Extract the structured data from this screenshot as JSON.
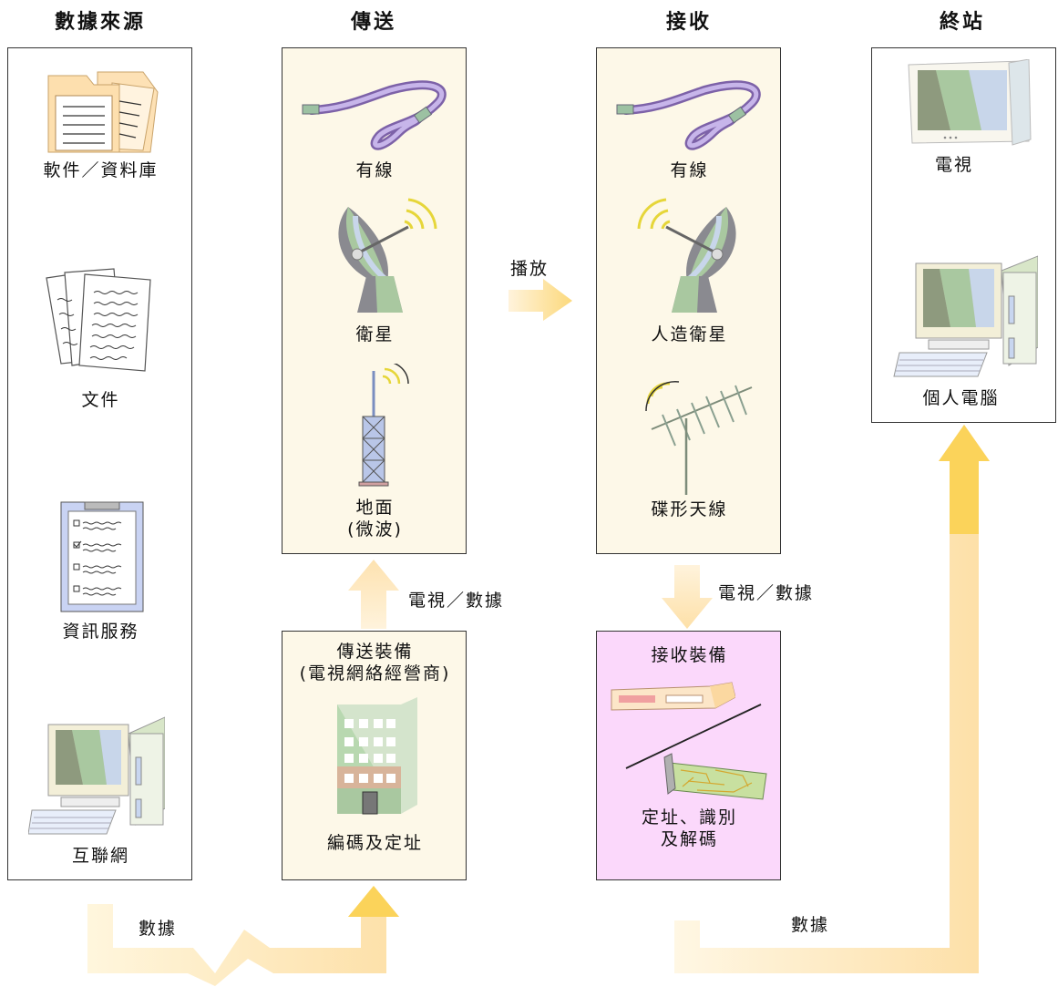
{
  "headers": {
    "sources": "數據來源",
    "transmit": "傳送",
    "receive": "接收",
    "terminal": "終站"
  },
  "sources": {
    "software": "軟件／資料庫",
    "documents": "文件",
    "info_service": "資訊服務",
    "internet": "互聯網"
  },
  "transmit": {
    "cable": "有線",
    "satellite": "衛星",
    "terrestrial_1": "地面",
    "terrestrial_2": "(微波)"
  },
  "receive": {
    "cable": "有線",
    "satellite": "人造衛星",
    "dish": "碟形天線"
  },
  "terminal": {
    "tv": "電視",
    "pc": "個人電腦"
  },
  "transmit_equipment": {
    "title_1": "傳送裝備",
    "title_2": "(電視網絡經營商)",
    "caption": "編碼及定址"
  },
  "receive_equipment": {
    "title": "接收裝備",
    "caption_1": "定址、識別",
    "caption_2": "及解碼"
  },
  "flows": {
    "broadcast": "播放",
    "tv_data_up": "電視／數據",
    "tv_data_down": "電視／數據",
    "data_bottom_left": "數據",
    "data_bottom_right": "數據"
  },
  "colors": {
    "arrow_light": "#fde2b0",
    "arrow_dark": "#fbcf5a",
    "panel_cream": "#fdf8e8",
    "panel_pink": "#fbd8fb"
  }
}
